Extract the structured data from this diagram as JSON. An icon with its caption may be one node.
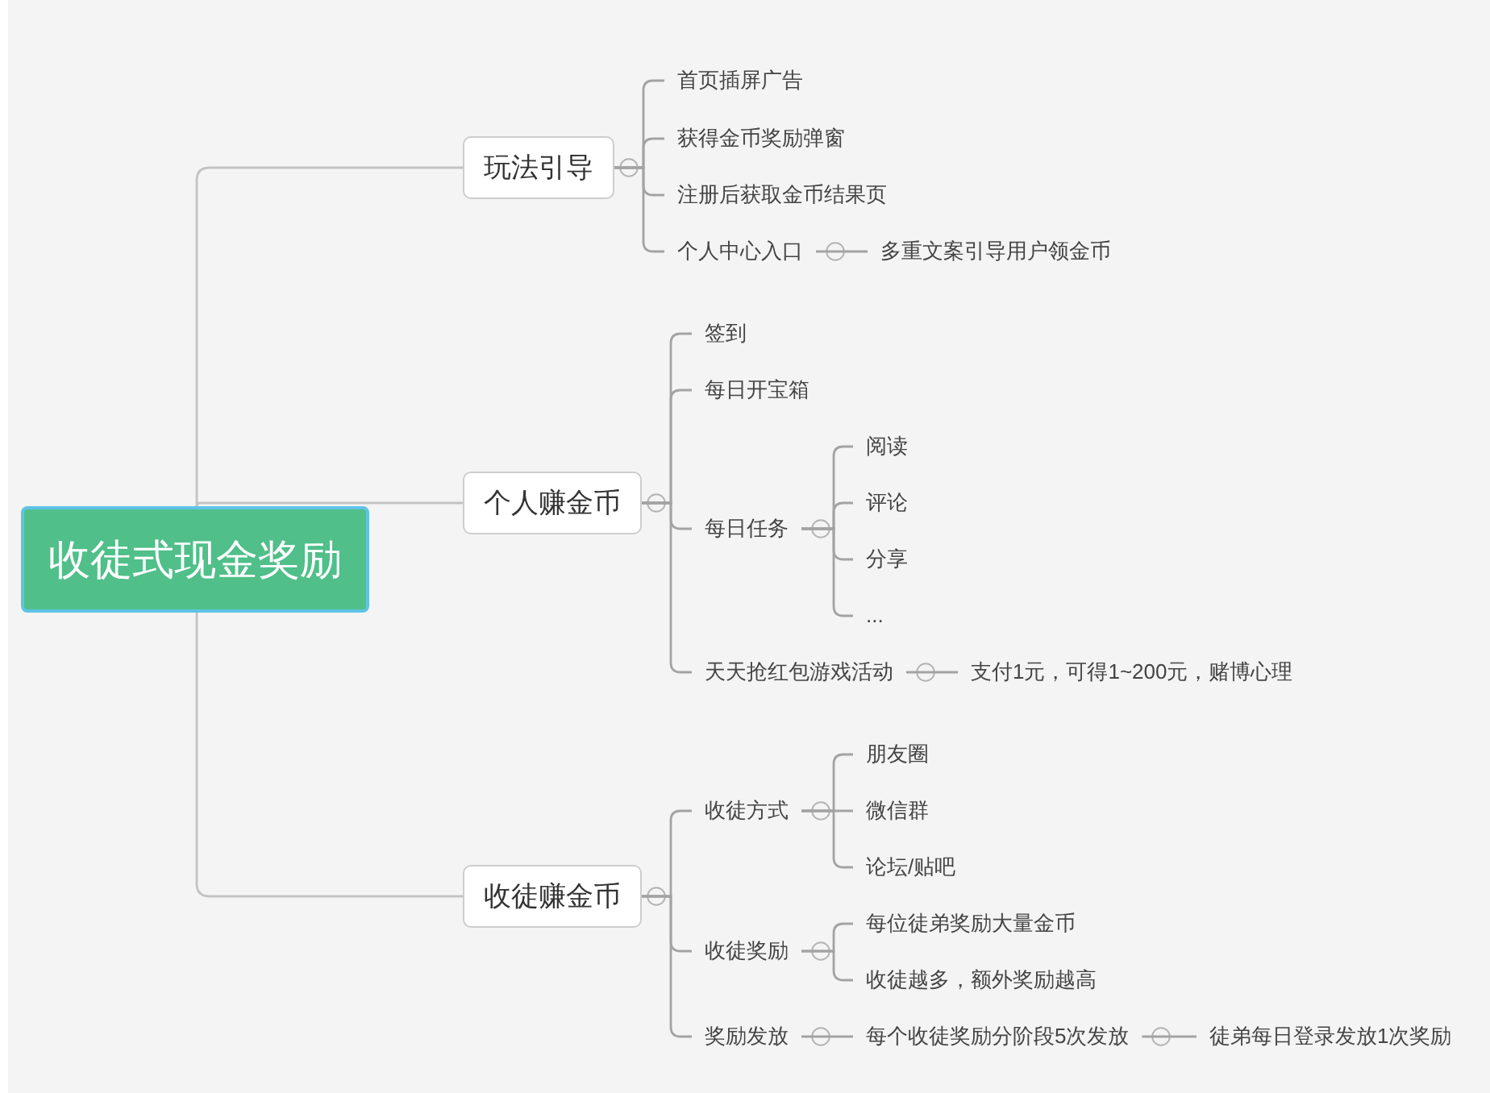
{
  "diagram": {
    "nodes": [
      {
        "text": [
          "收徒式现金奖励"
        ]
      },
      {
        "text": [
          "玩法引导"
        ]
      },
      {
        "text": [
          "首页插屏广告"
        ]
      },
      {
        "text": [
          "获得金币奖励弹窗"
        ]
      },
      {
        "text": [
          "注册后获取金币结果页"
        ]
      },
      {
        "text": [
          "个人中心入口"
        ]
      },
      {
        "text": [
          "多重文案引导用户领金币"
        ]
      },
      {
        "text": [
          "个人赚金币"
        ]
      },
      {
        "text": [
          "签到"
        ]
      },
      {
        "text": [
          "每日开宝箱"
        ]
      },
      {
        "text": [
          "每日任务"
        ]
      },
      {
        "text": [
          "阅读"
        ]
      },
      {
        "text": [
          "评论"
        ]
      },
      {
        "text": [
          "分享"
        ]
      },
      {
        "text": [
          "..."
        ]
      },
      {
        "text": [
          "天天抢红包游戏活动"
        ]
      },
      {
        "text": [
          "支付1元，可得1~200元，赌博心理"
        ]
      },
      {
        "text": [
          "收徒赚金币"
        ]
      },
      {
        "text": [
          "收徒方式"
        ]
      },
      {
        "text": [
          "朋友圈"
        ]
      },
      {
        "text": [
          "微信群"
        ]
      },
      {
        "text": [
          "论坛/贴吧"
        ]
      },
      {
        "text": [
          "收徒奖励"
        ]
      },
      {
        "text": [
          "每位徒弟奖励大量金币"
        ]
      },
      {
        "text": [
          "收徒越多，额外奖励越高"
        ]
      },
      {
        "text": [
          "奖励发放"
        ]
      },
      {
        "text": [
          "每个收徒奖励分阶段5次发放"
        ]
      },
      {
        "text": [
          "徒弟每日登录发放1次奖励"
        ]
      }
    ],
    "edges": [
      {
        "from": 0,
        "to": 1,
        "arrow": "none",
        "color": "#c3c3c3"
      },
      {
        "from": 1,
        "to": 2,
        "arrow": "none"
      },
      {
        "from": 1,
        "to": 3,
        "arrow": "none"
      },
      {
        "from": 1,
        "to": 4,
        "arrow": "none"
      },
      {
        "from": 1,
        "to": 5,
        "arrow": "none"
      },
      {
        "from": 5,
        "to": 6,
        "arrow": "none"
      },
      {
        "from": 0,
        "to": 7,
        "arrow": "none",
        "color": "#c3c3c3"
      },
      {
        "from": 7,
        "to": 8,
        "arrow": "none"
      },
      {
        "from": 7,
        "to": 9,
        "arrow": "none"
      },
      {
        "from": 7,
        "to": 10,
        "arrow": "none"
      },
      {
        "from": 10,
        "to": 11,
        "arrow": "none"
      },
      {
        "from": 10,
        "to": 12,
        "arrow": "none"
      },
      {
        "from": 10,
        "to": 13,
        "arrow": "none"
      },
      {
        "from": 10,
        "to": 14,
        "arrow": "none"
      },
      {
        "from": 7,
        "to": 15,
        "arrow": "none"
      },
      {
        "from": 15,
        "to": 16,
        "arrow": "none"
      },
      {
        "from": 0,
        "to": 17,
        "arrow": "none",
        "color": "#c3c3c3"
      },
      {
        "from": 17,
        "to": 18,
        "arrow": "none"
      },
      {
        "from": 18,
        "to": 19,
        "arrow": "none"
      },
      {
        "from": 18,
        "to": 20,
        "arrow": "none"
      },
      {
        "from": 18,
        "to": 21,
        "arrow": "none"
      },
      {
        "from": 17,
        "to": 22,
        "arrow": "none"
      },
      {
        "from": 22,
        "to": 23,
        "arrow": "none"
      },
      {
        "from": 22,
        "to": 24,
        "arrow": "none"
      },
      {
        "from": 17,
        "to": 25,
        "arrow": "none"
      },
      {
        "from": 25,
        "to": 26,
        "arrow": "none"
      },
      {
        "from": 26,
        "to": 27,
        "arrow": "none"
      }
    ]
  }
}
